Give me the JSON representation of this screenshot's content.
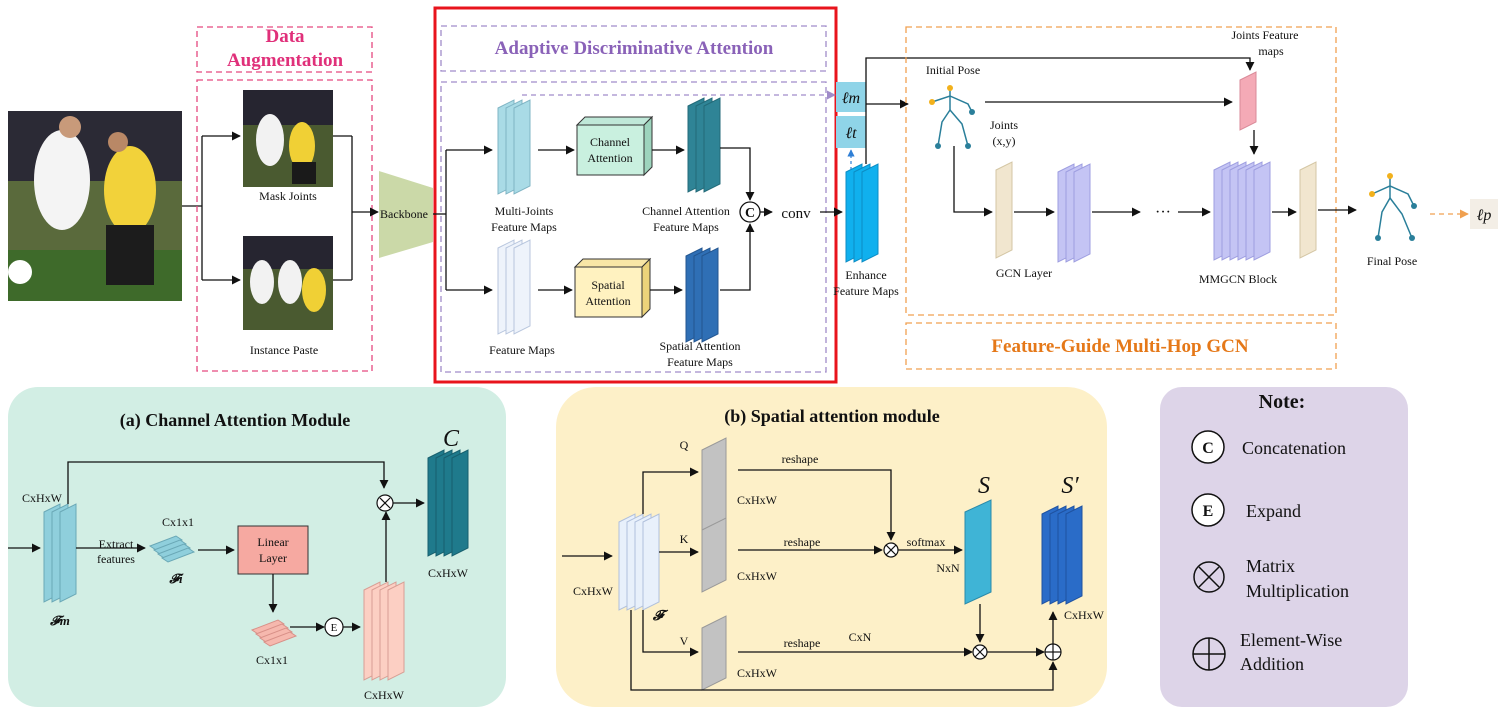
{
  "top": {
    "data_aug": {
      "title_line1": "Data",
      "title_line2": "Augmentation",
      "mask_joints": "Mask Joints",
      "instance_paste": "Instance Paste"
    },
    "backbone": "Backbone",
    "ada": {
      "title": "Adaptive Discriminative Attention",
      "multi_joints_1": "Multi-Joints",
      "multi_joints_2": "Feature Maps",
      "feature_maps": "Feature Maps",
      "channel_attention_1": "Channel",
      "channel_attention_2": "Attention",
      "spatial_attention_1": "Spatial",
      "spatial_attention_2": "Attention",
      "caf_1": "Channel Attention",
      "caf_2": "Feature Maps",
      "saf_1": "Spatial Attention",
      "saf_2": "Feature Maps",
      "concat_symbol": "C",
      "conv": "conv"
    },
    "loss_m": "ℓm",
    "loss_t": "ℓt",
    "loss_p": "ℓp",
    "enhance_1": "Enhance",
    "enhance_2": "Feature Maps",
    "gcn": {
      "title": "Feature-Guide Multi-Hop GCN",
      "initial_pose": "Initial Pose",
      "joints_1": "Joints",
      "joints_2": "(x,y)",
      "jfm_1": "Joints Feature",
      "jfm_2": "maps",
      "gcn_layer": "GCN Layer",
      "dots": "···",
      "mmgcn": "MMGCN Block",
      "final_pose": "Final Pose"
    }
  },
  "channel_module": {
    "title": "(a) Channel Attention Module",
    "c_symbol": "C",
    "input_dim": "CxHxW",
    "extract_1": "Extract",
    "extract_2": "features",
    "c11_top": "Cx1x1",
    "f_i": "𝓕i",
    "f_m": "𝓕m",
    "linear_1": "Linear",
    "linear_2": "Layer",
    "c11_bottom": "Cx1x1",
    "expand_symbol": "E",
    "bottom_dim": "CxHxW",
    "output_dim": "CxHxW"
  },
  "spatial_module": {
    "title": "(b) Spatial attention module",
    "input_dim": "CxHxW",
    "f_label": "𝓕",
    "q": "Q",
    "k": "K",
    "v": "V",
    "q_dim": "CxHxW",
    "k_dim": "CxHxW",
    "v_dim": "CxHxW",
    "reshape_q": "reshape",
    "reshape_k": "reshape",
    "reshape_v": "reshape",
    "cxn": "CxN",
    "softmax": "softmax",
    "nxn": "NxN",
    "s": "S",
    "s_prime": "S′",
    "out_dim": "CxHxW"
  },
  "note": {
    "title": "Note:",
    "concat_symbol": "C",
    "concat": "Concatenation",
    "expand_symbol": "E",
    "expand": "Expand",
    "matmul_1": "Matrix",
    "matmul_2": "Multiplication",
    "add_1": "Element-Wise",
    "add_2": "Addition"
  },
  "colors": {
    "highlight_red": "#e8141c",
    "pink_dash": "#e5497f",
    "purple_dash": "#a08cc9",
    "orange_dash": "#f0a050",
    "gcn_title": "#e57818",
    "aug_title": "#e0307a",
    "ada_title": "#8a62b8",
    "channel_bg": "#d2eee4",
    "spatial_bg": "#fdf0c8",
    "note_bg": "#ddd4e8"
  }
}
